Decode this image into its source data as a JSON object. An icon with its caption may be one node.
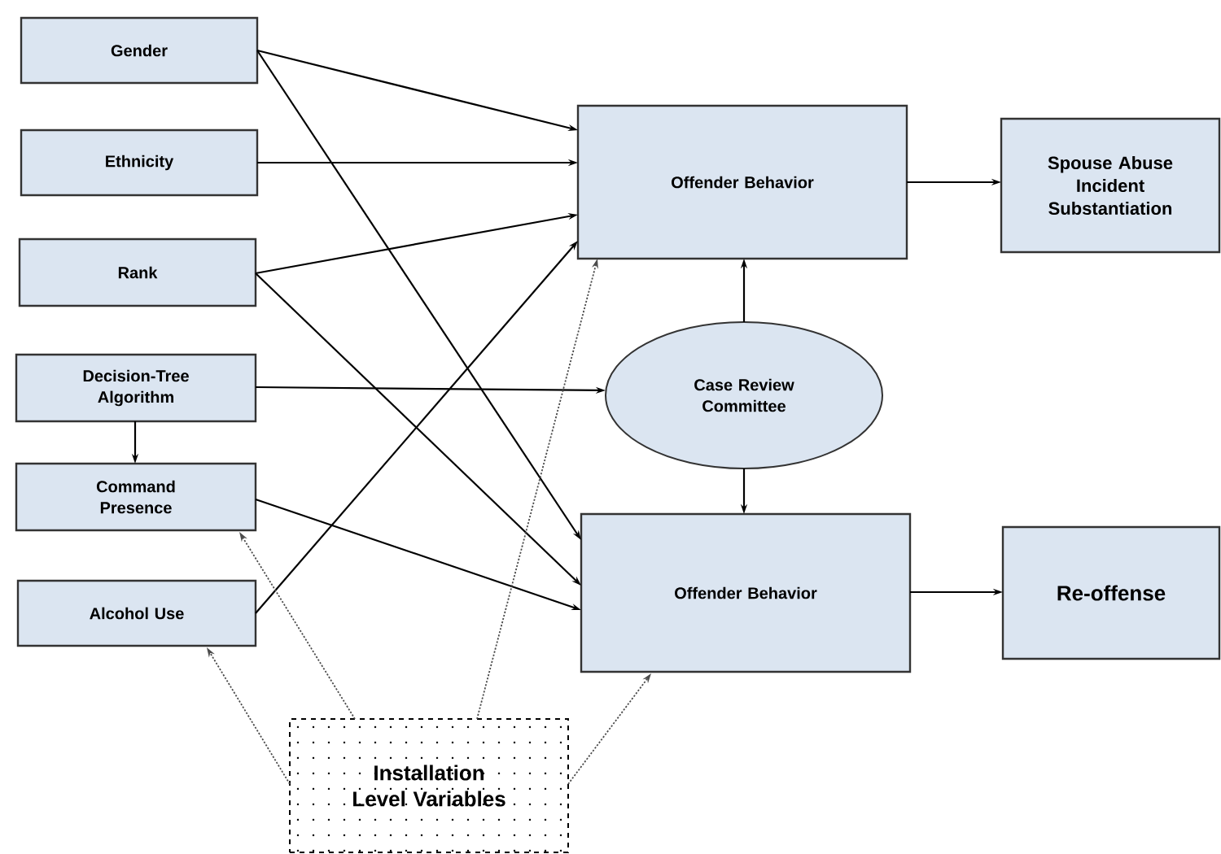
{
  "diagram": {
    "nodes": [
      {
        "text": [
          "Gender"
        ]
      },
      {
        "text": [
          "Ethnicity"
        ]
      },
      {
        "text": [
          "Rank"
        ]
      },
      {
        "text": [
          "Decision-Tree Algorithm"
        ]
      },
      {
        "text": [
          "Command Presence"
        ]
      },
      {
        "text": [
          "Alcohol Use"
        ]
      },
      {
        "text": [
          "Offender Behavior"
        ]
      },
      {
        "text": [
          "Spouse Abuse Incident Substantiation"
        ]
      },
      {
        "text": [
          "Case Review Committee"
        ]
      },
      {
        "text": [
          "Offender Behavior"
        ]
      },
      {
        "text": [
          "Re-offense"
        ]
      },
      {
        "text": [
          "Installation Level Variables"
        ]
      }
    ],
    "edges": [
      {
        "from": 0,
        "to": 6,
        "arrow": "to"
      },
      {
        "from": 0,
        "to": 9,
        "arrow": "to"
      },
      {
        "from": 1,
        "to": 6,
        "arrow": "to"
      },
      {
        "from": 2,
        "to": 6,
        "arrow": "to"
      },
      {
        "from": 2,
        "to": 9,
        "arrow": "to"
      },
      {
        "from": 3,
        "to": 8,
        "arrow": "to"
      },
      {
        "from": 3,
        "to": 4,
        "arrow": "to"
      },
      {
        "from": 4,
        "to": 9,
        "arrow": "to"
      },
      {
        "from": 5,
        "to": 6,
        "arrow": "to"
      },
      {
        "from": 6,
        "to": 7,
        "arrow": "to"
      },
      {
        "from": 8,
        "to": 6,
        "arrow": "to"
      },
      {
        "from": 8,
        "to": 9,
        "arrow": "to"
      },
      {
        "from": 9,
        "to": 10,
        "arrow": "to"
      },
      {
        "from": 11,
        "to": 4,
        "arrow": "to",
        "style": "dashed"
      },
      {
        "from": 11,
        "to": 5,
        "arrow": "to",
        "style": "dashed"
      },
      {
        "from": 11,
        "to": 6,
        "arrow": "to",
        "style": "dashed"
      },
      {
        "from": 11,
        "to": 9,
        "arrow": "to",
        "style": "dashed"
      }
    ]
  }
}
